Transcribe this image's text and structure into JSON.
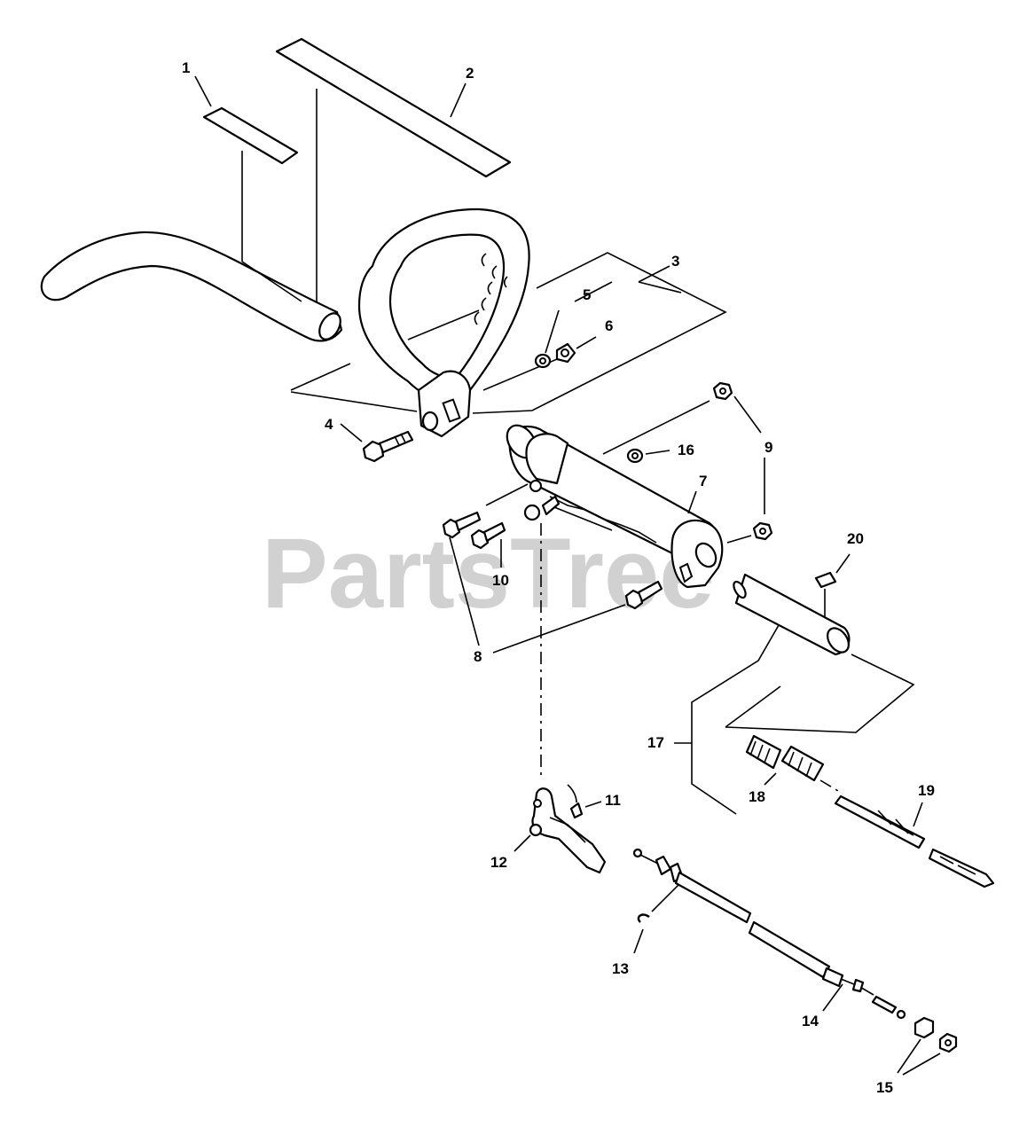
{
  "watermark": "PartsTree",
  "callouts": {
    "c1": "1",
    "c2": "2",
    "c3": "3",
    "c4": "4",
    "c5": "5",
    "c6": "6",
    "c7": "7",
    "c8": "8",
    "c9": "9",
    "c10": "10",
    "c11": "11",
    "c12": "12",
    "c13": "13",
    "c14": "14",
    "c15": "15",
    "c16": "16",
    "c17": "17",
    "c18": "18",
    "c19": "19",
    "c20": "20"
  }
}
